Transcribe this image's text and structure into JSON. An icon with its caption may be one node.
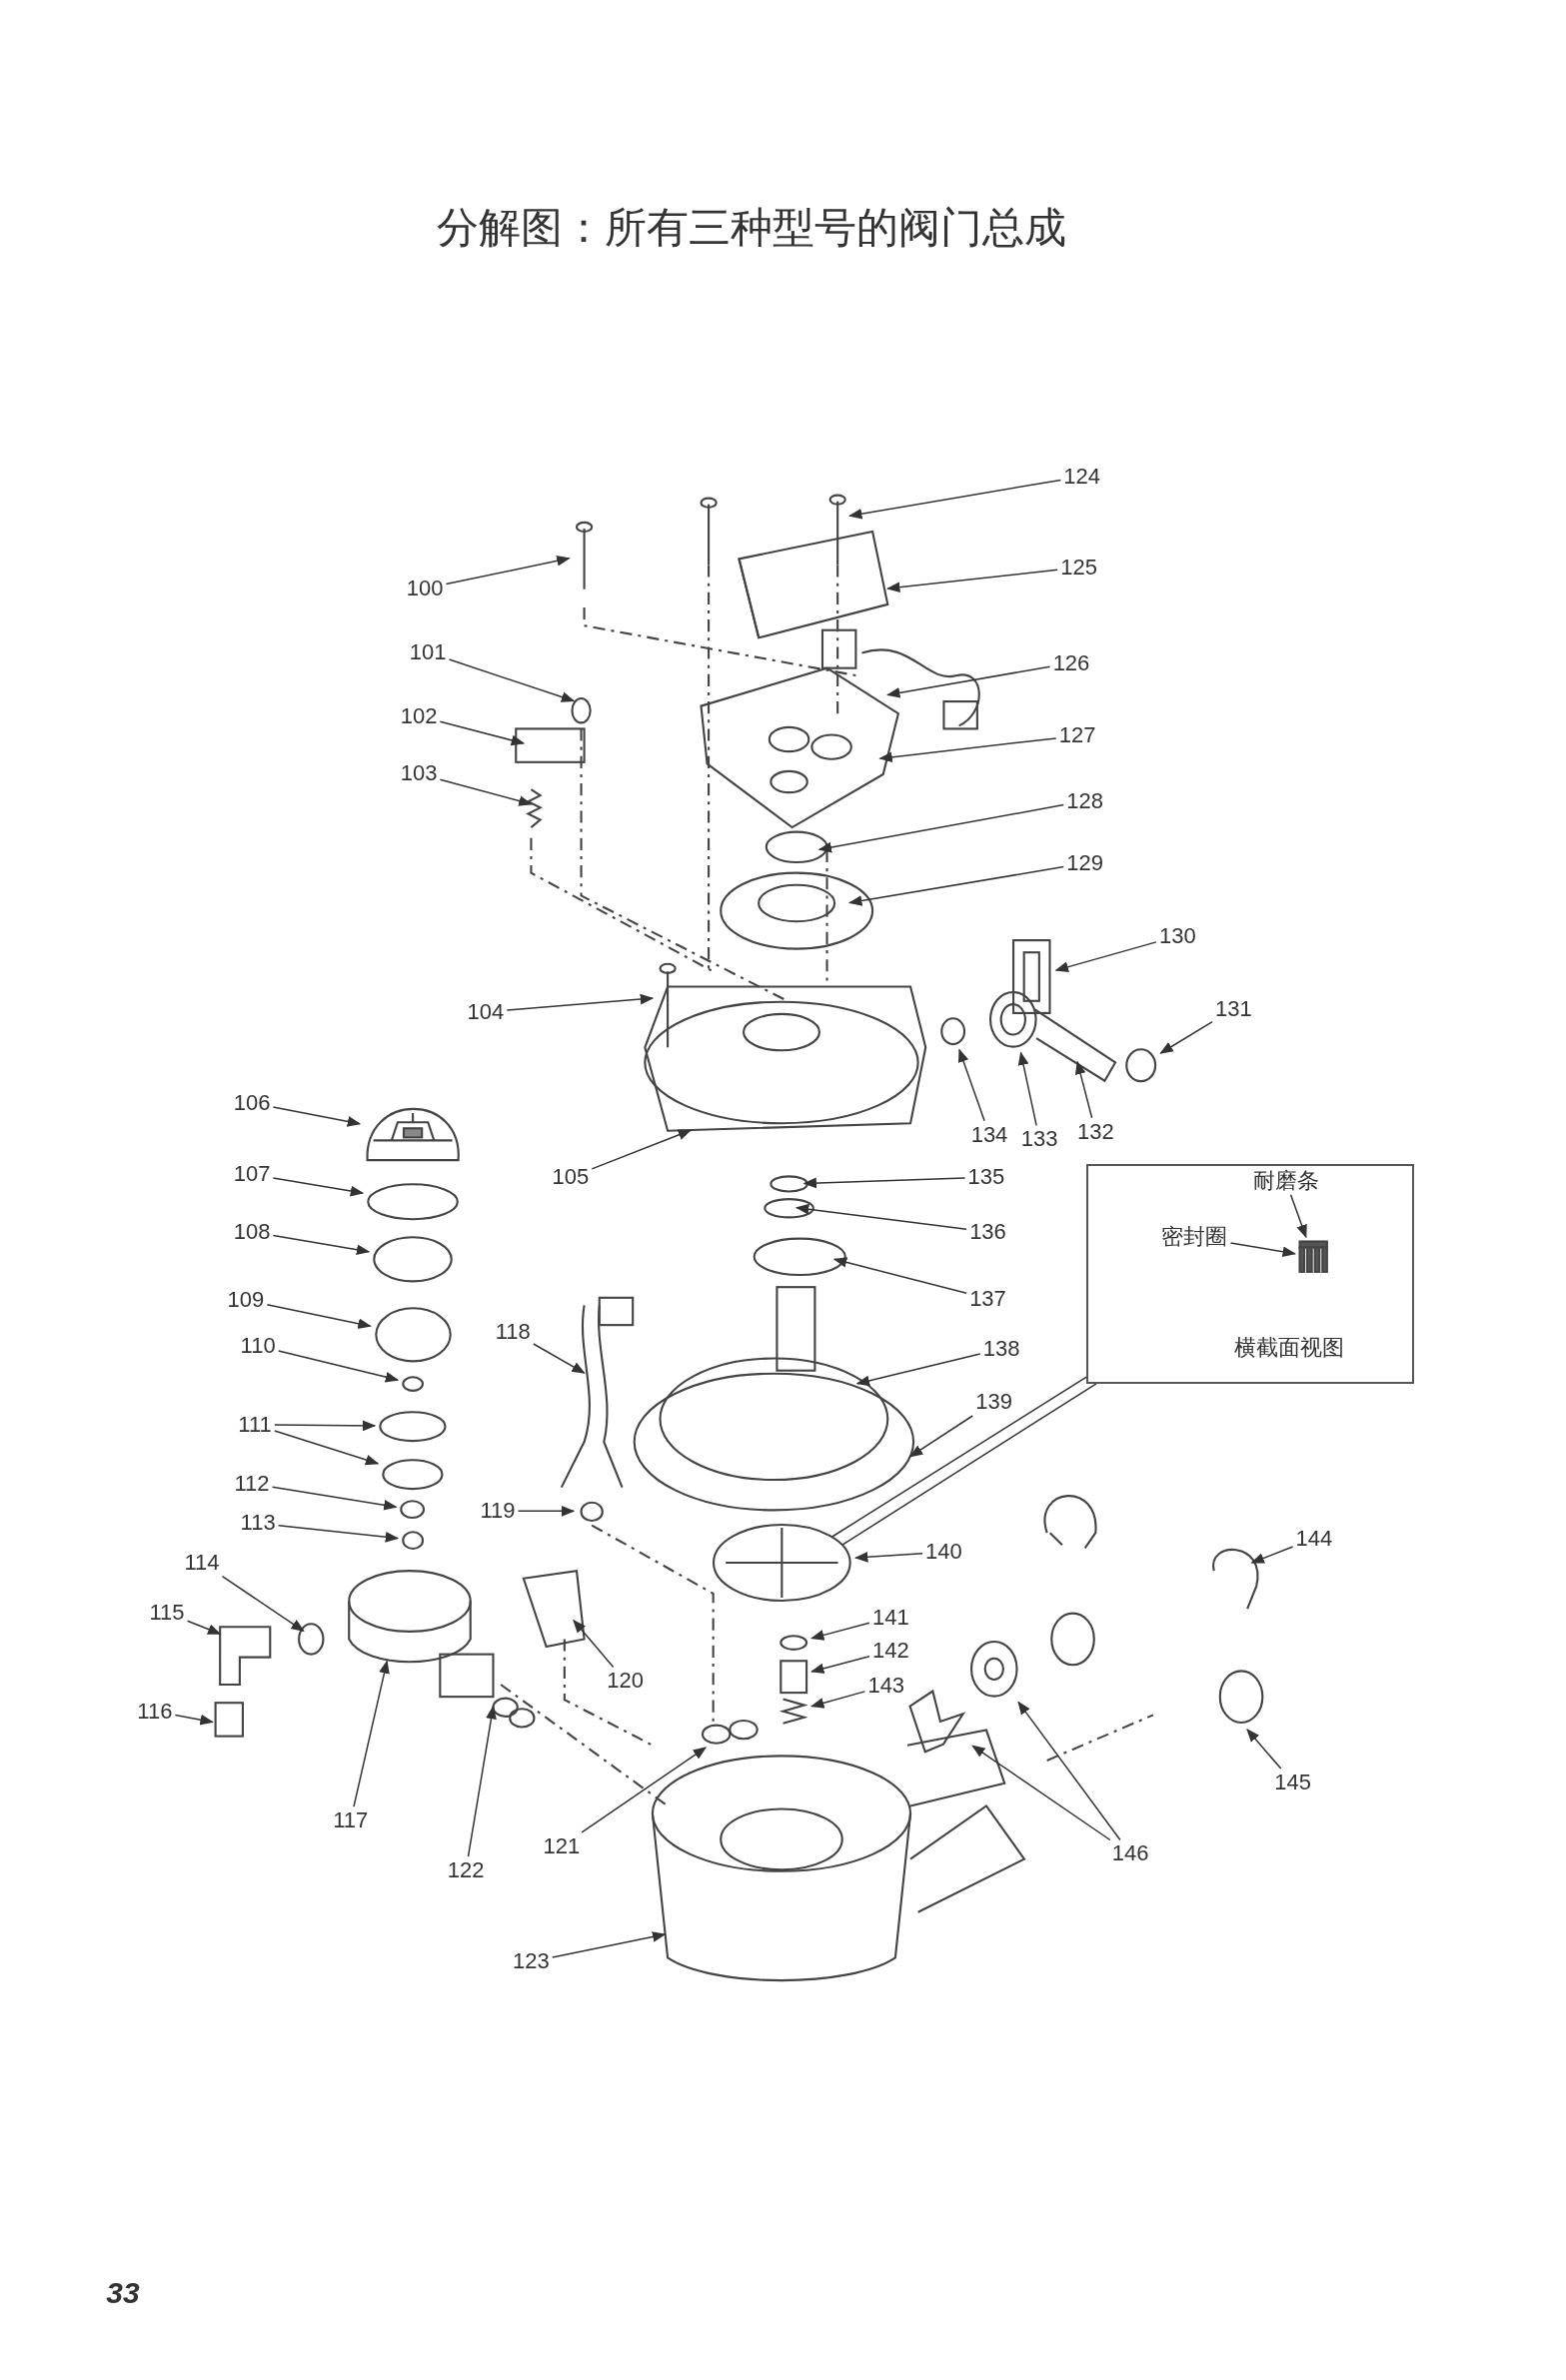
{
  "diagram": {
    "title": "分解图：所有三种型号的阀门总成",
    "nodes": [
      {
        "text": [
          "100"
        ]
      },
      {
        "text": [
          "101"
        ]
      },
      {
        "text": [
          "102"
        ]
      },
      {
        "text": [
          "103"
        ]
      },
      {
        "text": [
          "104"
        ]
      },
      {
        "text": [
          "105"
        ]
      },
      {
        "text": [
          "106"
        ]
      },
      {
        "text": [
          "107"
        ]
      },
      {
        "text": [
          "108"
        ]
      },
      {
        "text": [
          "109"
        ]
      },
      {
        "text": [
          "110"
        ]
      },
      {
        "text": [
          "111"
        ]
      },
      {
        "text": [
          "112"
        ]
      },
      {
        "text": [
          "113"
        ]
      },
      {
        "text": [
          "114"
        ]
      },
      {
        "text": [
          "115"
        ]
      },
      {
        "text": [
          "116"
        ]
      },
      {
        "text": [
          "117"
        ]
      },
      {
        "text": [
          "118"
        ]
      },
      {
        "text": [
          "119"
        ]
      },
      {
        "text": [
          "120"
        ]
      },
      {
        "text": [
          "121"
        ]
      },
      {
        "text": [
          "122"
        ]
      },
      {
        "text": [
          "123"
        ]
      },
      {
        "text": [
          "124"
        ]
      },
      {
        "text": [
          "125"
        ]
      },
      {
        "text": [
          "126"
        ]
      },
      {
        "text": [
          "127"
        ]
      },
      {
        "text": [
          "128"
        ]
      },
      {
        "text": [
          "129"
        ]
      },
      {
        "text": [
          "130"
        ]
      },
      {
        "text": [
          "131"
        ]
      },
      {
        "text": [
          "132"
        ]
      },
      {
        "text": [
          "133"
        ]
      },
      {
        "text": [
          "134"
        ]
      },
      {
        "text": [
          "135"
        ]
      },
      {
        "text": [
          "136"
        ]
      },
      {
        "text": [
          "137"
        ]
      },
      {
        "text": [
          "138"
        ]
      },
      {
        "text": [
          "139"
        ]
      },
      {
        "text": [
          "140"
        ]
      },
      {
        "text": [
          "141"
        ]
      },
      {
        "text": [
          "142"
        ]
      },
      {
        "text": [
          "143"
        ]
      },
      {
        "text": [
          "144"
        ]
      },
      {
        "text": [
          "145"
        ]
      },
      {
        "text": [
          "146"
        ]
      },
      {
        "text": [
          "横截面视图"
        ]
      },
      {
        "text": [
          "耐磨条"
        ],
        "in": 47
      },
      {
        "text": [
          "密封圈"
        ],
        "in": 47
      },
      {
        "text": [],
        "shape": "picture",
        "in": 47
      },
      {
        "text": [],
        "shape": "circle"
      },
      {
        "text": [],
        "shape": "circle"
      },
      {
        "text": [],
        "shape": "picture"
      },
      {
        "text": [],
        "shape": "picture"
      },
      {
        "text": [],
        "shape": "circle"
      },
      {
        "text": [],
        "shape": "picture"
      },
      {
        "text": [],
        "shape": "picture"
      },
      {
        "text": [],
        "shape": "circle"
      },
      {
        "text": [],
        "shape": "box"
      },
      {
        "text": [],
        "shape": "picture"
      },
      {
        "text": [],
        "shape": "picture"
      },
      {
        "text": [],
        "shape": "circle"
      },
      {
        "text": [],
        "shape": "circle"
      },
      {
        "text": [],
        "shape": "circle"
      },
      {
        "text": [],
        "shape": "picture"
      },
      {
        "text": [],
        "shape": "circle"
      },
      {
        "text": [],
        "shape": "circle"
      },
      {
        "text": [],
        "shape": "circle"
      },
      {
        "text": [],
        "shape": "circle"
      },
      {
        "text": [],
        "shape": "picture"
      }
    ],
    "edges": [
      {
        "from": 0,
        "to": null,
        "arrow": "to"
      },
      {
        "from": 1,
        "to": null,
        "arrow": "to"
      },
      {
        "from": 2,
        "to": null,
        "arrow": "to"
      },
      {
        "from": 3,
        "to": null,
        "arrow": "to"
      },
      {
        "from": 4,
        "to": null,
        "arrow": "to"
      },
      {
        "from": 5,
        "to": null,
        "arrow": "to"
      },
      {
        "from": 6,
        "to": 70,
        "arrow": "to"
      },
      {
        "from": 7,
        "to": 69,
        "arrow": "to"
      },
      {
        "from": 8,
        "to": 68,
        "arrow": "to"
      },
      {
        "from": 9,
        "to": 67,
        "arrow": "to"
      },
      {
        "from": 10,
        "to": 66,
        "arrow": "to"
      },
      {
        "from": 11,
        "to": 62,
        "arrow": "to"
      },
      {
        "from": 11,
        "to": 63,
        "arrow": "to"
      },
      {
        "from": 12,
        "to": 51,
        "arrow": "to"
      },
      {
        "from": 13,
        "to": 52,
        "arrow": "to"
      },
      {
        "from": 14,
        "to": null,
        "arrow": "to"
      },
      {
        "from": 15,
        "to": null,
        "arrow": "to"
      },
      {
        "from": 16,
        "to": null,
        "arrow": "to"
      },
      {
        "from": 17,
        "to": null,
        "arrow": "to"
      },
      {
        "from": 18,
        "to": null,
        "arrow": "to"
      },
      {
        "from": 19,
        "to": null,
        "arrow": "to"
      },
      {
        "from": 20,
        "to": null,
        "arrow": "to"
      },
      {
        "from": 21,
        "to": 53,
        "arrow": "to"
      },
      {
        "from": 22,
        "to": null,
        "arrow": "to"
      },
      {
        "from": 23,
        "to": null,
        "arrow": "to"
      },
      {
        "from": 24,
        "to": null,
        "arrow": "to"
      },
      {
        "from": 25,
        "to": null,
        "arrow": "to"
      },
      {
        "from": 26,
        "to": null,
        "arrow": "to"
      },
      {
        "from": 27,
        "to": null,
        "arrow": "to"
      },
      {
        "from": 28,
        "to": null,
        "arrow": "to"
      },
      {
        "from": 29,
        "to": null,
        "arrow": "to"
      },
      {
        "from": 30,
        "to": 54,
        "arrow": "to"
      },
      {
        "from": 31,
        "to": 55,
        "arrow": "to"
      },
      {
        "from": 32,
        "to": null,
        "arrow": "to"
      },
      {
        "from": 33,
        "to": 56,
        "arrow": "to"
      },
      {
        "from": 34,
        "to": 64,
        "arrow": "to"
      },
      {
        "from": 35,
        "to": null,
        "arrow": "to"
      },
      {
        "from": 36,
        "to": null,
        "arrow": "to"
      },
      {
        "from": 37,
        "to": null,
        "arrow": "to"
      },
      {
        "from": 38,
        "to": null,
        "arrow": "to"
      },
      {
        "from": 39,
        "to": null,
        "arrow": "to"
      },
      {
        "from": 40,
        "to": 57,
        "arrow": "to"
      },
      {
        "from": 41,
        "to": 58,
        "arrow": "to"
      },
      {
        "from": 42,
        "to": 59,
        "arrow": "to"
      },
      {
        "from": 43,
        "to": 65,
        "arrow": "to"
      },
      {
        "from": 44,
        "to": null,
        "arrow": "to"
      },
      {
        "from": 45,
        "to": null,
        "arrow": "to"
      },
      {
        "from": 46,
        "to": 60,
        "arrow": "to"
      },
      {
        "from": 46,
        "to": 61,
        "arrow": "to"
      },
      {
        "from": 48,
        "to": 50,
        "arrow": "to"
      },
      {
        "from": 49,
        "to": 50,
        "arrow": "to"
      },
      {
        "from": 47,
        "to": 57,
        "arrow": "none"
      },
      {
        "from": 47,
        "to": 57,
        "arrow": "none"
      }
    ],
    "labels": [
      "33"
    ]
  }
}
